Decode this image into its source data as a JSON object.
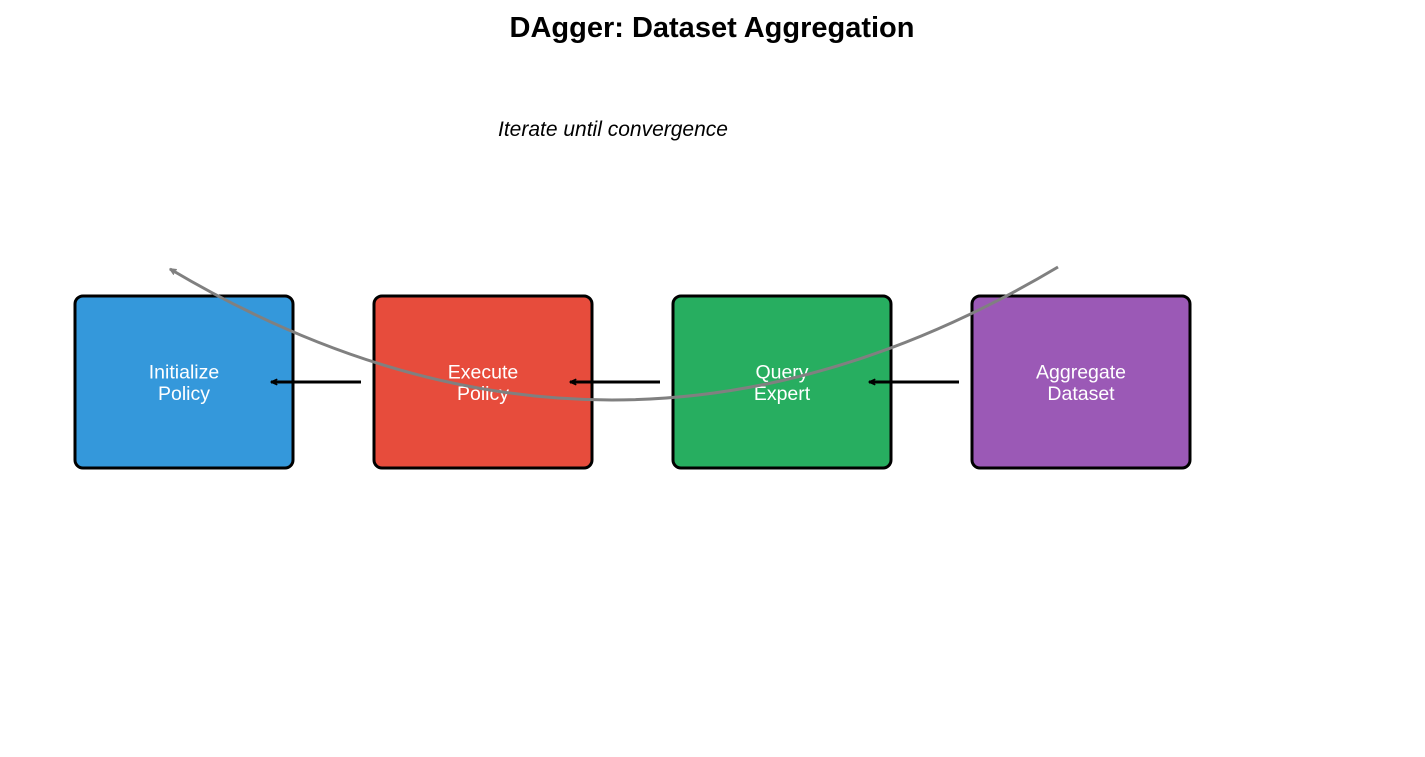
{
  "title": "DAgger: Dataset Aggregation",
  "loop_label": "Iterate until convergence",
  "nodes": [
    {
      "id": "initialize",
      "lines": [
        "Initialize",
        "Policy"
      ],
      "color": "#3498db"
    },
    {
      "id": "execute",
      "lines": [
        "Execute",
        "Policy"
      ],
      "color": "#e74c3c"
    },
    {
      "id": "query",
      "lines": [
        "Query",
        "Expert"
      ],
      "color": "#27ae60"
    },
    {
      "id": "aggregate",
      "lines": [
        "Aggregate",
        "Dataset"
      ],
      "color": "#9b59b6"
    }
  ],
  "edges": [
    {
      "from": "execute",
      "to": "initialize"
    },
    {
      "from": "query",
      "to": "execute"
    },
    {
      "from": "aggregate",
      "to": "query"
    }
  ],
  "loop_edge": {
    "from": "aggregate",
    "to": "initialize",
    "color": "#808080"
  },
  "colors": {
    "box_border": "#000000",
    "arrow": "#000000",
    "node_text": "#ffffff"
  }
}
